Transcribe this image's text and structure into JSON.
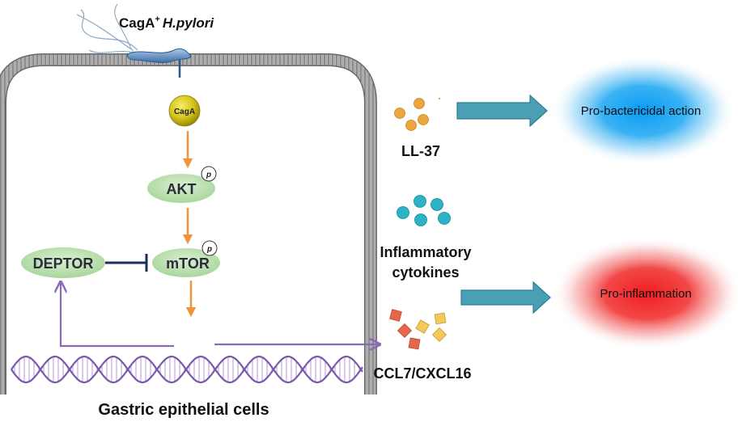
{
  "bacterium": {
    "label_prefix": "CagA",
    "label_sup": "+",
    "label_species": "H.pylori"
  },
  "cell": {
    "caption": "Gastric epithelial cells"
  },
  "pathway": {
    "caga": "CagA",
    "akt": "AKT",
    "mtor": "mTOR",
    "deptor": "DEPTOR",
    "phospho": "p"
  },
  "products": {
    "ll37": "LL-37",
    "cytokines_line1": "Inflammatory",
    "cytokines_line2": "cytokines",
    "chemokines": "CCL7/CXCL16"
  },
  "outcomes": {
    "bactericidal": "Pro-bactericidal action",
    "inflammation": "Pro-inflammation"
  },
  "colors": {
    "membrane": "#7a7a7a",
    "pathway_arrow": "#f0943a",
    "node_green": "#bfe3b4",
    "inhibit_line": "#1f2d5c",
    "dna_purple": "#8a6ab8",
    "big_arrow": "#4a9fb5",
    "ll37_dots": "#eda53e",
    "cytokine_dots": "#2cb3c8",
    "blue_glow": "#0aa0f0",
    "red_glow": "#f03030"
  }
}
